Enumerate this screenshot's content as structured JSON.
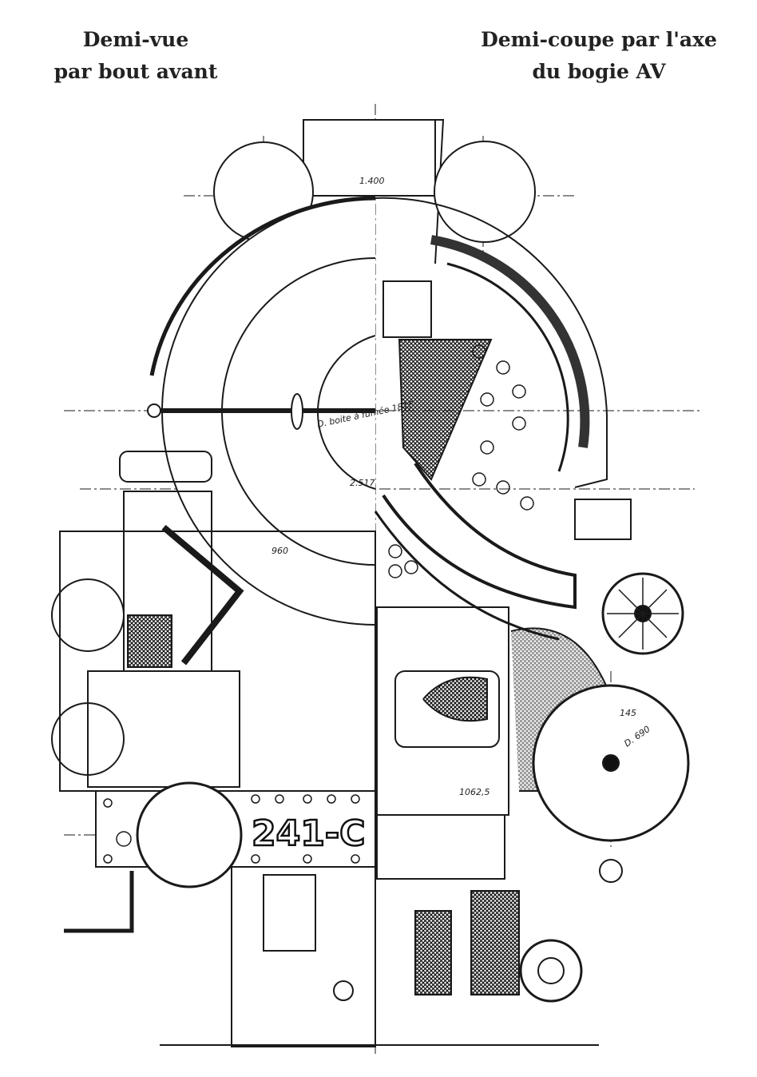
{
  "captions": {
    "left_line1": "Demi-vue",
    "left_line2": "par bout avant",
    "right_line1": "Demi-coupe par l'axe",
    "right_line2": "du bogie AV"
  },
  "dimensions": {
    "chimney_width": "1.400",
    "smokebox_diameter": "D. boite à fumée 1815",
    "height_mark": "2.517",
    "half_width": "960",
    "wheel_radius": "145",
    "wheel_diameter": "D. 690",
    "bogie_height": "1062,5"
  },
  "number_plate": "241-C",
  "colors": {
    "ink": "#1a1a1a",
    "paper": "#ffffff"
  }
}
